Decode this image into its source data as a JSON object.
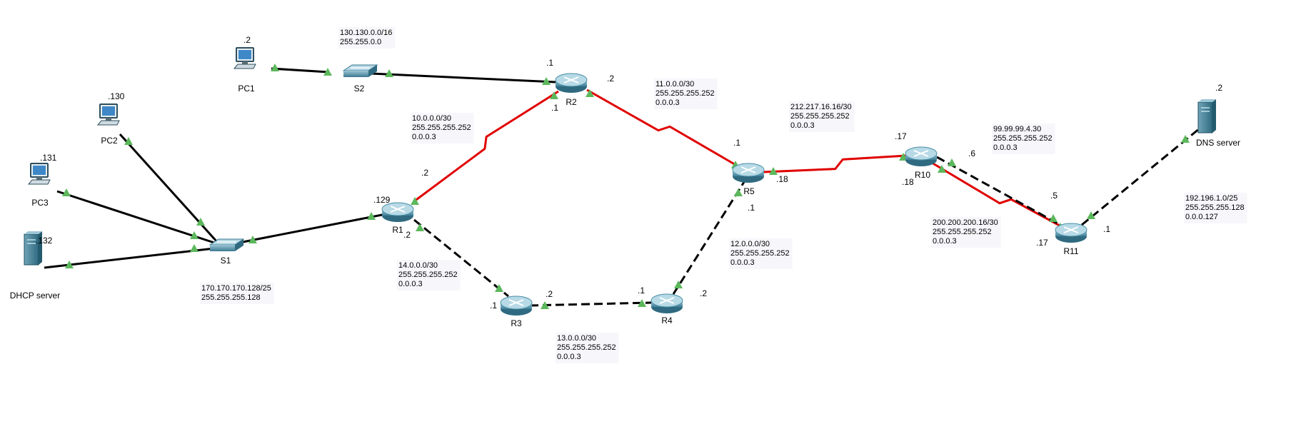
{
  "devices": [
    {
      "id": "PC1",
      "name": "PC1",
      "type": "pc",
      "ip": ".2"
    },
    {
      "id": "PC2",
      "name": "PC2",
      "type": "pc",
      "ip": ".130"
    },
    {
      "id": "PC3",
      "name": "PC3",
      "type": "pc",
      "ip": ".131"
    },
    {
      "id": "DHCP",
      "name": "DHCP server",
      "type": "server",
      "ip": ".132"
    },
    {
      "id": "S1",
      "name": "S1",
      "type": "switch"
    },
    {
      "id": "S2",
      "name": "S2",
      "type": "switch"
    },
    {
      "id": "R1",
      "name": "R1",
      "type": "router"
    },
    {
      "id": "R2",
      "name": "R2",
      "type": "router"
    },
    {
      "id": "R3",
      "name": "R3",
      "type": "router"
    },
    {
      "id": "R4",
      "name": "R4",
      "type": "router"
    },
    {
      "id": "R5",
      "name": "R5",
      "type": "router"
    },
    {
      "id": "R10",
      "name": "R10",
      "type": "router"
    },
    {
      "id": "R11",
      "name": "R11",
      "type": "router"
    },
    {
      "id": "DNS",
      "name": "DNS server",
      "type": "server",
      "ip": ".2"
    }
  ],
  "links": [
    {
      "from": "PC1",
      "to": "S2",
      "style": "ethernet"
    },
    {
      "from": "S2",
      "to": "R2",
      "style": "ethernet"
    },
    {
      "from": "PC2",
      "to": "S1",
      "style": "ethernet"
    },
    {
      "from": "PC3",
      "to": "S1",
      "style": "ethernet"
    },
    {
      "from": "DHCP",
      "to": "S1",
      "style": "ethernet"
    },
    {
      "from": "S1",
      "to": "R1",
      "style": "ethernet"
    },
    {
      "from": "R1",
      "to": "R2",
      "style": "serial"
    },
    {
      "from": "R2",
      "to": "R5",
      "style": "serial"
    },
    {
      "from": "R5",
      "to": "R10",
      "style": "serial"
    },
    {
      "from": "R10",
      "to": "R11",
      "style": "serial"
    },
    {
      "from": "R10",
      "to": "R11",
      "style": "dashed"
    },
    {
      "from": "R1",
      "to": "R3",
      "style": "dashed"
    },
    {
      "from": "R3",
      "to": "R4",
      "style": "dashed"
    },
    {
      "from": "R4",
      "to": "R5",
      "style": "dashed"
    },
    {
      "from": "R11",
      "to": "DNS",
      "style": "dashed"
    }
  ],
  "interface_labels": {
    "r2_s2": ".1",
    "r2_r1": ".1",
    "r2_r5": ".2",
    "r1_lan": ".129",
    "r1_r2": ".2",
    "r1_r3": ".2",
    "r3_r1": ".1",
    "r3_r4": ".2",
    "r4_r3": ".1",
    "r4_r5": ".2",
    "r5_r2": ".1",
    "r5_r10": ".18",
    "r5_r4": ".1",
    "r10_r5": ".17",
    "r10_r11_serial": ".18",
    "r10_r11_dashed": ".6",
    "r11_r10_dashed": ".5",
    "r11_r10_serial": ".17",
    "r11_dns": ".1"
  },
  "networks": [
    {
      "id": "net_pc1",
      "lines": [
        "130.130.0.0/16",
        "255.255.0.0"
      ]
    },
    {
      "id": "net_lan",
      "lines": [
        "170.170.170.128/25",
        "255.255.255.128"
      ]
    },
    {
      "id": "net_r1r2",
      "lines": [
        "10.0.0.0/30",
        "255.255.255.252",
        "0.0.0.3"
      ]
    },
    {
      "id": "net_r2r5",
      "lines": [
        "11.0.0.0/30",
        "255.255.255.252",
        "0.0.0.3"
      ]
    },
    {
      "id": "net_r1r3",
      "lines": [
        "14.0.0.0/30",
        "255.255.255.252",
        "0.0.0.3"
      ]
    },
    {
      "id": "net_r3r4",
      "lines": [
        "13.0.0.0/30",
        "255.255.255.252",
        "0.0.0.3"
      ]
    },
    {
      "id": "net_r4r5",
      "lines": [
        "12.0.0.0/30",
        "255.255.255.252",
        "0.0.0.3"
      ]
    },
    {
      "id": "net_r5r10",
      "lines": [
        "212.217.16.16/30",
        "255.255.255.252",
        "0.0.0.3"
      ]
    },
    {
      "id": "net_r10r11_dash",
      "lines": [
        "99.99.99.4.30",
        "255.255.255.252",
        "0.0.0.3"
      ]
    },
    {
      "id": "net_r10r11_serial",
      "lines": [
        "200.200.200.16/30",
        "255.255.255.252",
        "0.0.0.3"
      ]
    },
    {
      "id": "net_dns",
      "lines": [
        "192.196.1.0/25",
        "255.255.255.128",
        "0.0.0.127"
      ]
    }
  ],
  "colors": {
    "ethernet": "#000000",
    "serial": "#e00000",
    "port": "#5cb85c",
    "router_top": "#9fc7d6",
    "router_body": "#4a8fa6"
  }
}
